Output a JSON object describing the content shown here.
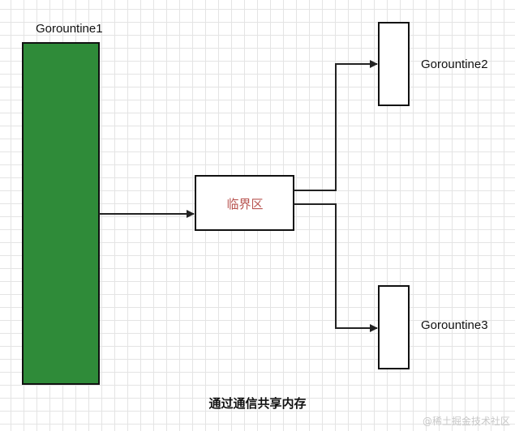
{
  "diagram": {
    "goroutine1": {
      "label": "Gorountine1",
      "fill": "#2f8b39"
    },
    "critical_section": {
      "label": "临界区",
      "label_color": "#b85450"
    },
    "goroutine2": {
      "label": "Gorountine2"
    },
    "goroutine3": {
      "label": "Gorountine3"
    },
    "caption": "通过通信共享内存",
    "watermark": "@稀土掘金技术社区"
  }
}
